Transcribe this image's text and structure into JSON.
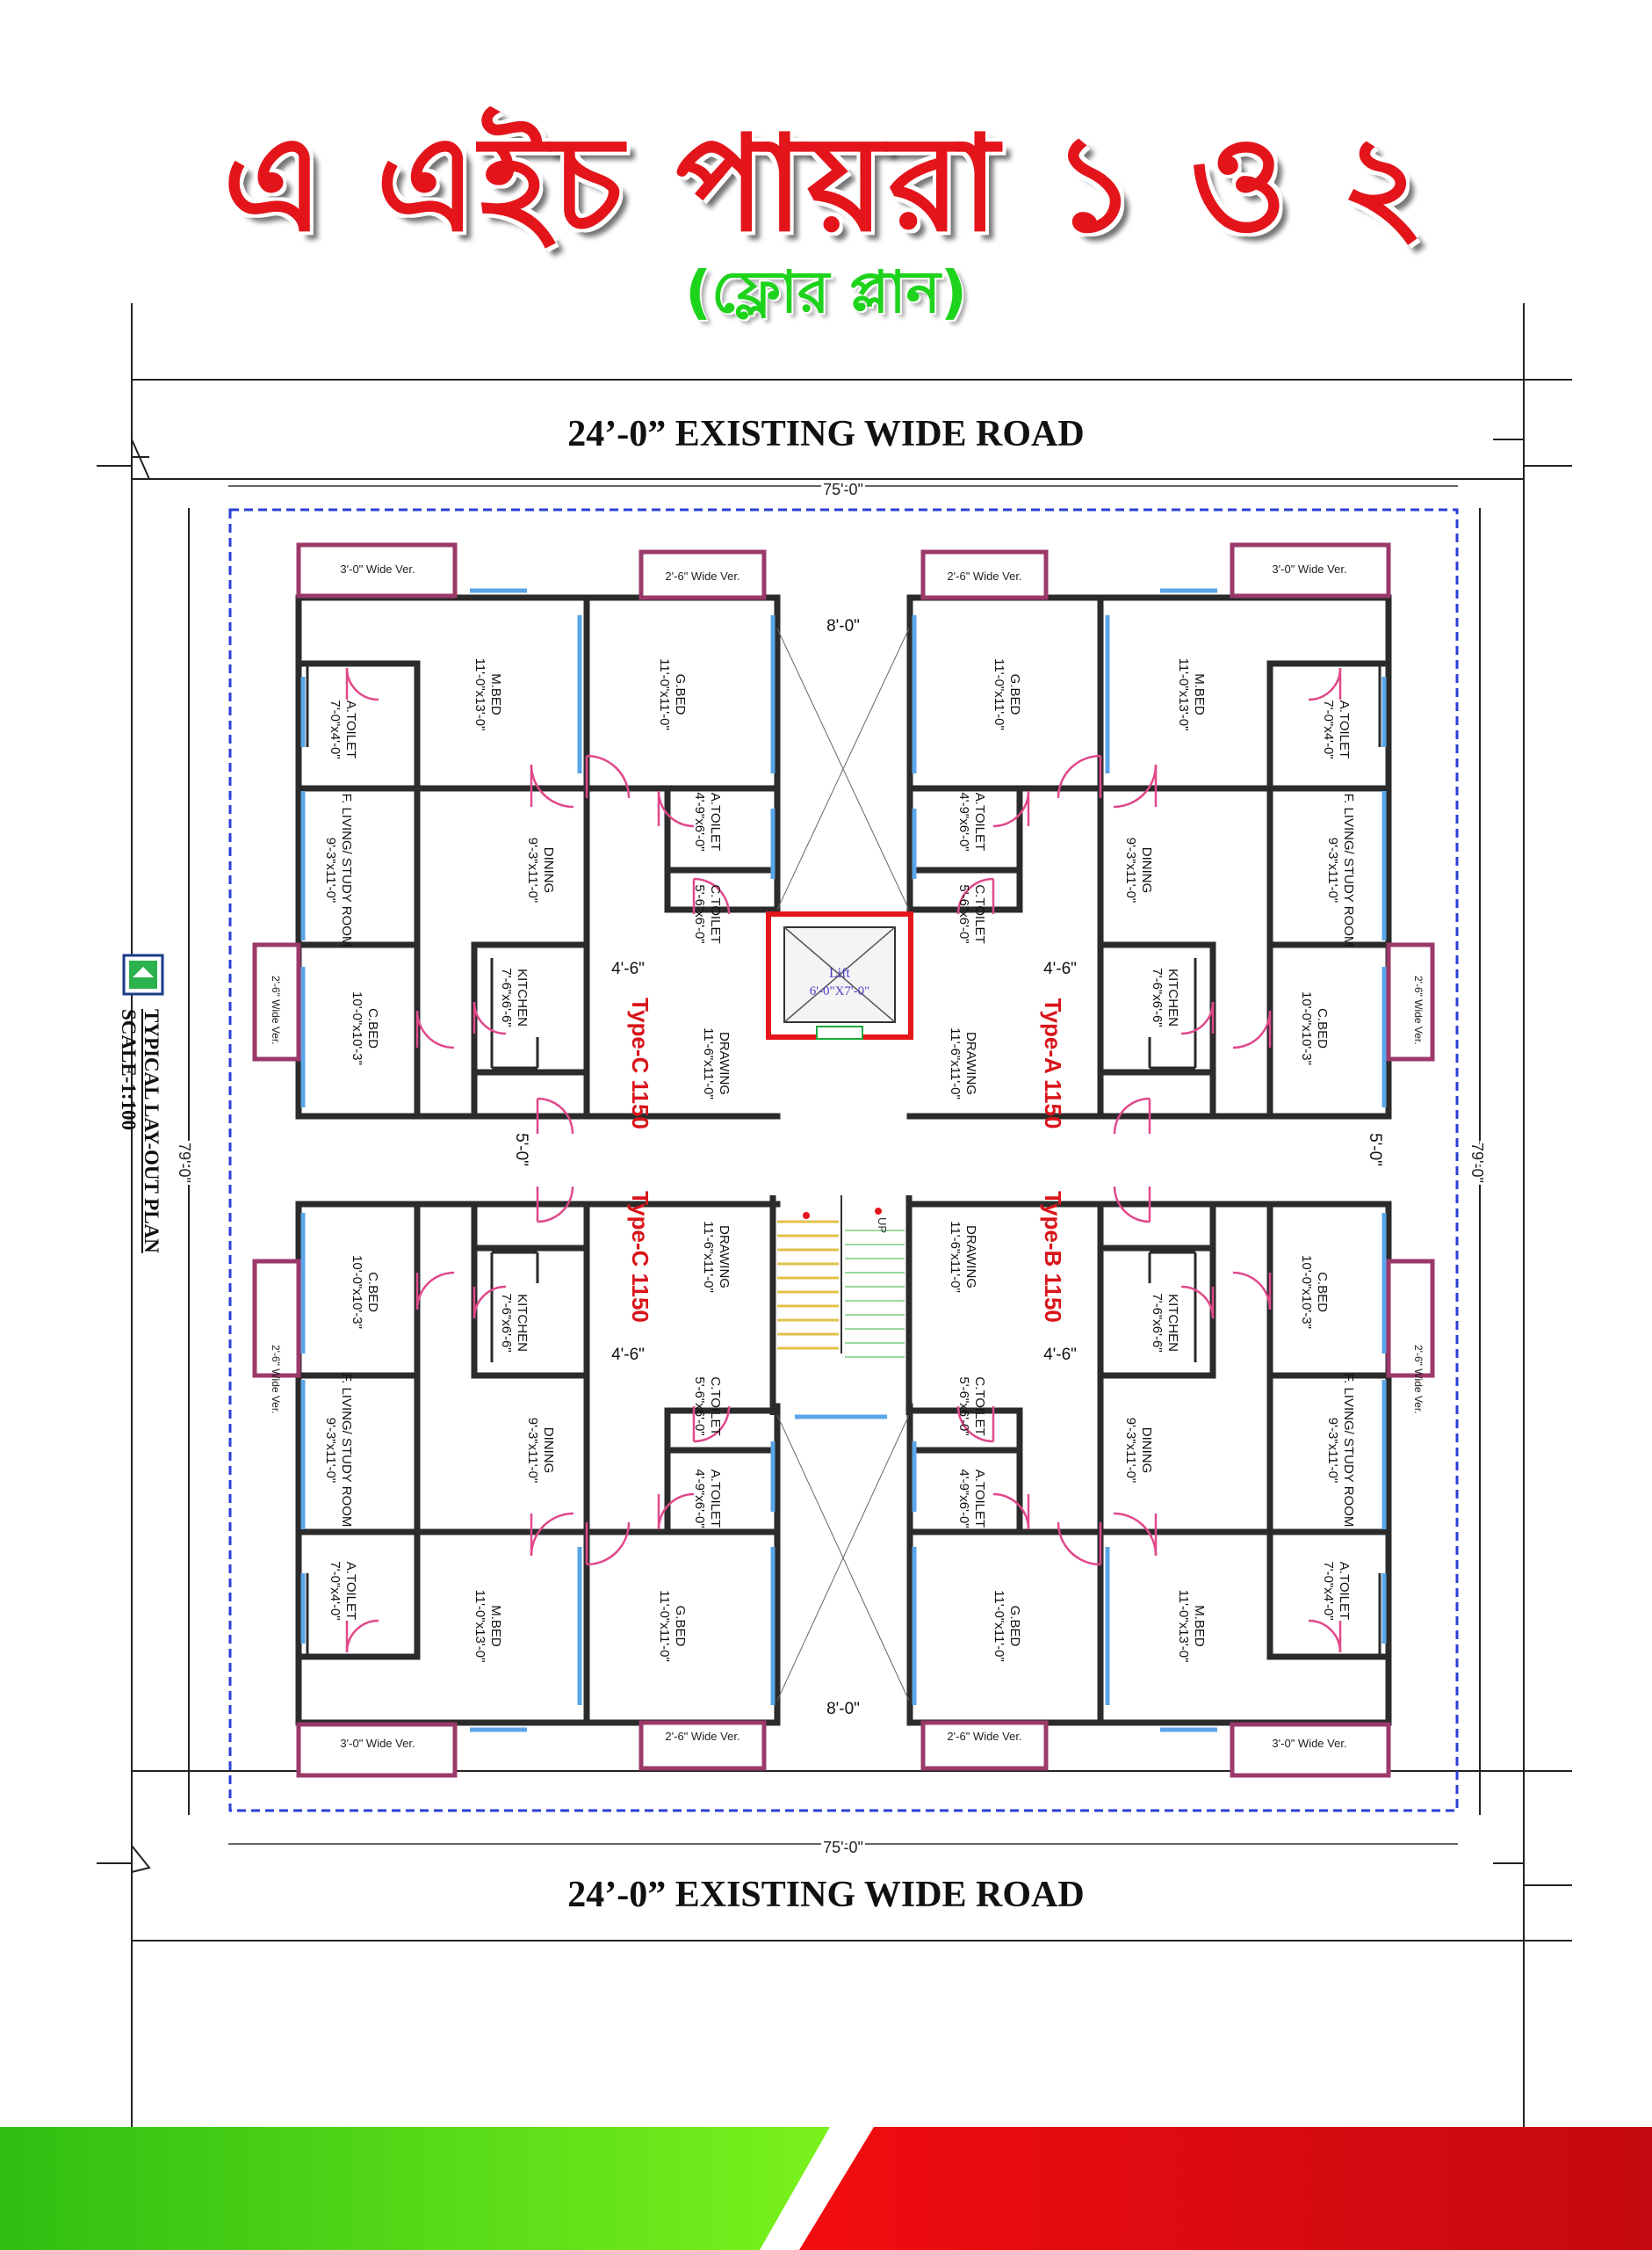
{
  "title": "এ এইচ পায়রা ১ ও ২",
  "subtitle": "(ফ্লোর প্লান)",
  "road_top": "24’-0” EXISTING WIDE ROAD",
  "road_bottom": "24’-0” EXISTING WIDE ROAD",
  "plan_label": {
    "line1": "TYPICAL LAY-OUT PLAN",
    "line2": "SCALE-1:100"
  },
  "dimensions": {
    "width": "75'-0\"",
    "depth": "79'-0\"",
    "gap_top": "8'-0\"",
    "gap_bottom": "8'-0\"",
    "passage": "4'-6\"",
    "light_well": "5'-0\""
  },
  "lift": {
    "label": "Lift",
    "size": "6'-0\"X7'-0\""
  },
  "stair_label": "UP",
  "unit_types": [
    "Type-C 1150",
    "Type-A 1150",
    "Type-C 1150",
    "Type-B 1150"
  ],
  "verandas": {
    "v3": "3'-0\" Wide Ver.",
    "v26": "2'-6\" Wide Ver."
  },
  "rooms": {
    "mbed": {
      "name": "M.BED",
      "size": "11'-0\"x13'-0\""
    },
    "gbed": {
      "name": "G.BED",
      "size": "11'-0\"x11'-0\""
    },
    "atoilet_m": {
      "name": "A.TOILET",
      "size": "7'-0\"x4'-0\""
    },
    "atoilet_g": {
      "name": "A.TOILET",
      "size": "4'-9\"x6'-0\""
    },
    "ctoilet": {
      "name": "C.TOILET",
      "size": "5'-6\"x6'-0\""
    },
    "dining": {
      "name": "DINING",
      "size": "9'-3\"x11'-0\""
    },
    "fliving": {
      "name": "F. LIVING/ STUDY ROOM",
      "size": "9'-3\"x11'-0\""
    },
    "kitchen": {
      "name": "KITCHEN",
      "size": "7'-6\"x6'-6\""
    },
    "cbed": {
      "name": "C.BED",
      "size": "10'-0\"x10'-3\""
    },
    "drawing": {
      "name": "DRAWING",
      "size": "11'-6\"x11'-0\""
    }
  },
  "colors": {
    "title_red": "#e3151b",
    "subtitle_green": "#1ed31b",
    "wall": "#2b2b2b",
    "door": "#e0488a",
    "window": "#5aa6e8",
    "boundary": "#2a3fd6",
    "label_red": "#d9141a",
    "footer_green": "#3fc814",
    "footer_red": "#d40e12"
  }
}
